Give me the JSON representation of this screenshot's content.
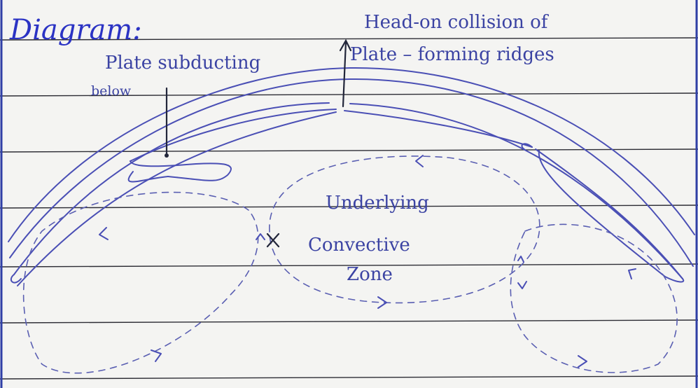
{
  "heading": "Diagram:",
  "labels": {
    "plate_subducting_line1": "Plate subducting",
    "plate_subducting_line2": "below",
    "head_on_line1": "Head-on collision of",
    "head_on_line2": "Plate – forming ridges",
    "zone_line1": "Underlying",
    "zone_line2": "Convective",
    "zone_line3": "Zone"
  },
  "colors": {
    "ink": "#4a4fb5",
    "title_ink": "#2b33c4",
    "pencil": "#22263a",
    "paper": "#f4f4f2",
    "margin_line": "#2f3fa6"
  }
}
